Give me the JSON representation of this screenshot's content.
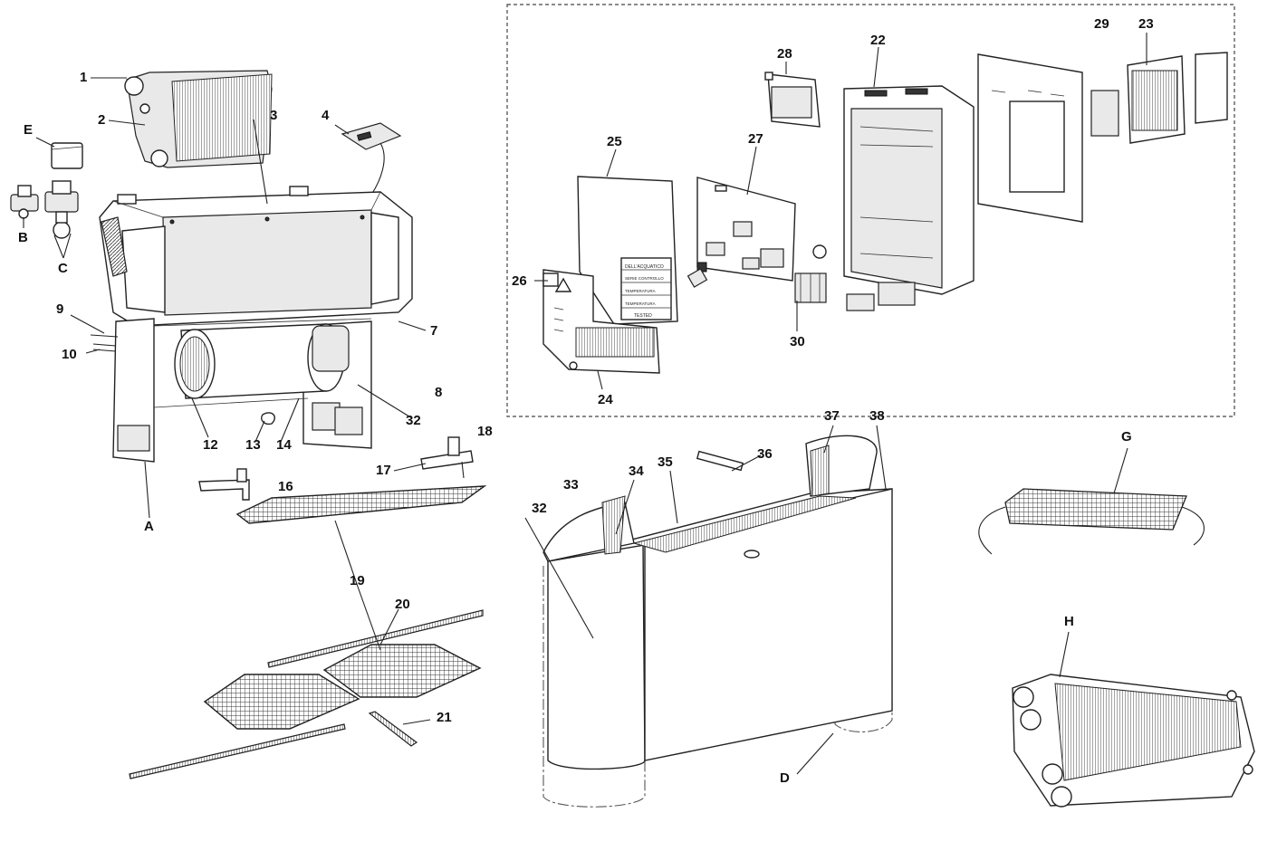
{
  "labels": {
    "n1": "1",
    "n2": "2",
    "n3": "3",
    "n4": "4",
    "nE": "E",
    "nB": "B",
    "nC": "C",
    "n9": "9",
    "n10": "10",
    "n7": "7",
    "n8": "8",
    "n32a": "32",
    "n12": "12",
    "n13": "13",
    "n14": "14",
    "nA": "A",
    "n16": "16",
    "n17": "17",
    "n18": "18",
    "n19": "19",
    "n20": "20",
    "n21": "21",
    "n25": "25",
    "n26": "26",
    "n24": "24",
    "n27": "27",
    "n28": "28",
    "n30": "30",
    "n22": "22",
    "n29": "29",
    "n23": "23",
    "n33": "33",
    "n32b": "32",
    "n34": "34",
    "n35": "35",
    "n36": "36",
    "n37": "37",
    "n38": "38",
    "nD": "D",
    "nG": "G",
    "nH": "H"
  },
  "panel_text": {
    "header": "DELL'ACQUATICO",
    "row1": "SERIE CONTROLLO",
    "row2": "TEMPERATURA",
    "row3": "TEMPERATURA",
    "footer": "TESTED"
  },
  "colors": {
    "line": "#222222",
    "background": "#ffffff"
  }
}
